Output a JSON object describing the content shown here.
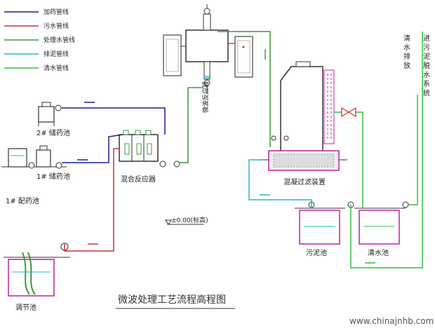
{
  "colors": {
    "dosing": "#1a1a9a",
    "sewage": "#c83232",
    "treated": "#3c9a3c",
    "sludge": "#20b8c8",
    "clear": "#30c040",
    "equipment": "#c020a0"
  },
  "legend": [
    {
      "key": "dosing",
      "label": "加药管线"
    },
    {
      "key": "sewage",
      "label": "污水管线"
    },
    {
      "key": "treated",
      "label": "处理水管线"
    },
    {
      "key": "sludge",
      "label": "排泥管线"
    },
    {
      "key": "clear",
      "label": "清水管线"
    }
  ],
  "labels": {
    "tank2": "2# 储药池",
    "tank1": "1# 储药池",
    "tank1_mix": "1# 配药池",
    "mix_reactor": "混合反应器",
    "microwave_reactor": "微波反应器",
    "filter": "混凝过滤装置",
    "sludge_pool": "污泥池",
    "clear_pool": "清水池",
    "regulating_pool": "调节池",
    "clear_discharge": "清水排放",
    "reuse": "进污泥脱水系统",
    "elevation": "±0.00(标高)"
  },
  "title": "微波处理工艺流程高程图",
  "watermark": "www.chinajnhb.com"
}
